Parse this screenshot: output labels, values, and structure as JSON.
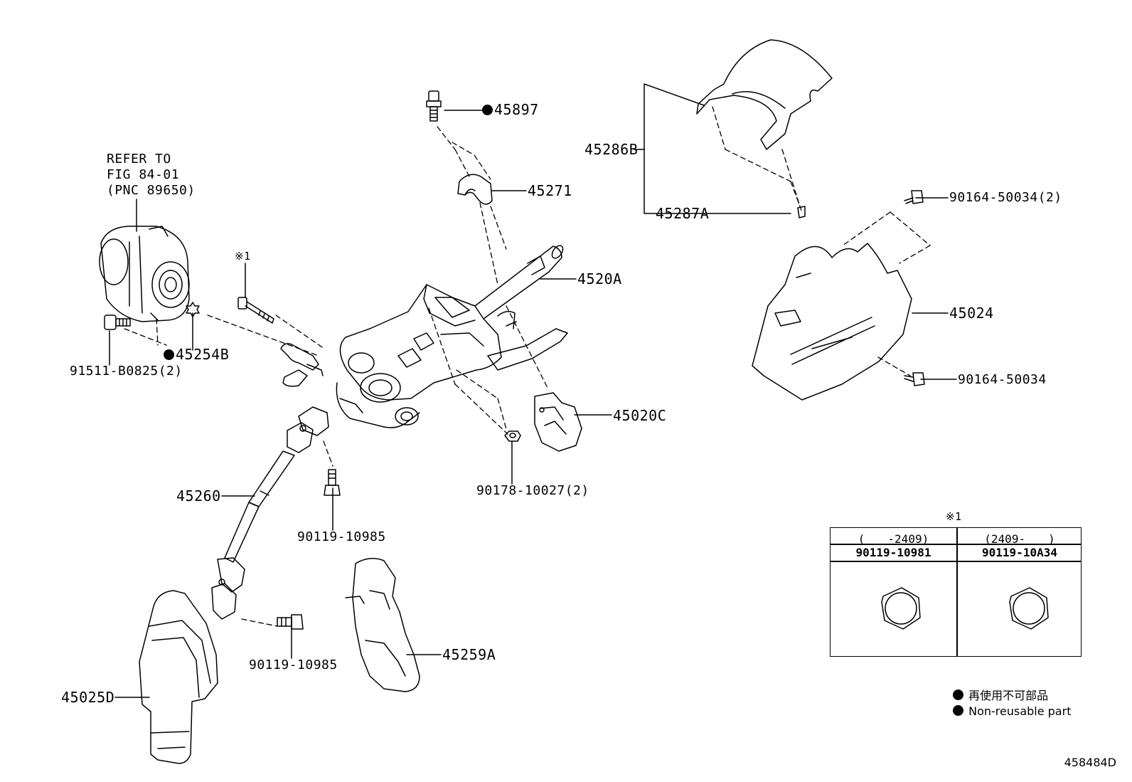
{
  "refer_note": [
    "REFER TO",
    "FIG 84-01",
    "(PNC 89650)"
  ],
  "part_labels": {
    "p45897": "45897",
    "p45271": "45271",
    "p4520A": "4520A",
    "p45254B": "45254B",
    "p91511": "91511-B0825(2)",
    "p45020C": "45020C",
    "p90178": "90178-10027(2)",
    "p45260": "45260",
    "p90119a": "90119-10985",
    "p90119b": "90119-10985",
    "p45259A": "45259A",
    "p45025D": "45025D",
    "p45286B": "45286B",
    "p45287A": "45287A",
    "p90164a": "90164-50034(2)",
    "p45024": "45024",
    "p90164b": "90164-50034",
    "note_mark": "※1"
  },
  "table": {
    "mark": "※1",
    "col1_range": "(　　-2409)",
    "col2_range": "(2409-　　)",
    "col1_part": "90119-10981",
    "col2_part": "90119-10A34"
  },
  "legend": {
    "jp": "再使用不可部品",
    "en": "Non-reusable part"
  },
  "diagram_ref": "458484D"
}
